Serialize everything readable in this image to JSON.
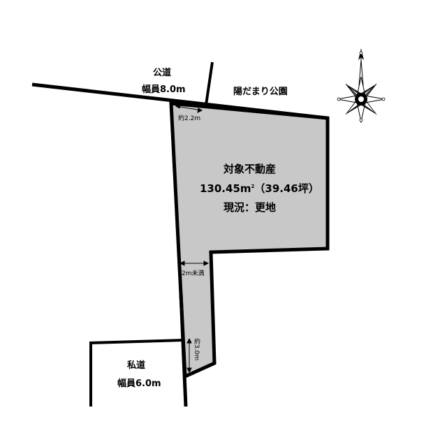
{
  "public_road": {
    "name": "公道",
    "width": "幅員8.0m"
  },
  "park": {
    "name": "陽だまり公園"
  },
  "private_road": {
    "name": "私道",
    "width": "幅員6.0m"
  },
  "property": {
    "title": "対象不動産",
    "area_sqm": "130.45",
    "area_unit": "m",
    "area_unit_sup": "2",
    "area_tsubo": "（39.46坪）",
    "status": "現況：更地",
    "fill_color": "#c8c8c8"
  },
  "dimensions": {
    "frontage": "約2.2m",
    "passage_width": "2m未満",
    "passage_end": "約3.0m"
  },
  "icons": {
    "compass": "compass-rose-icon"
  }
}
